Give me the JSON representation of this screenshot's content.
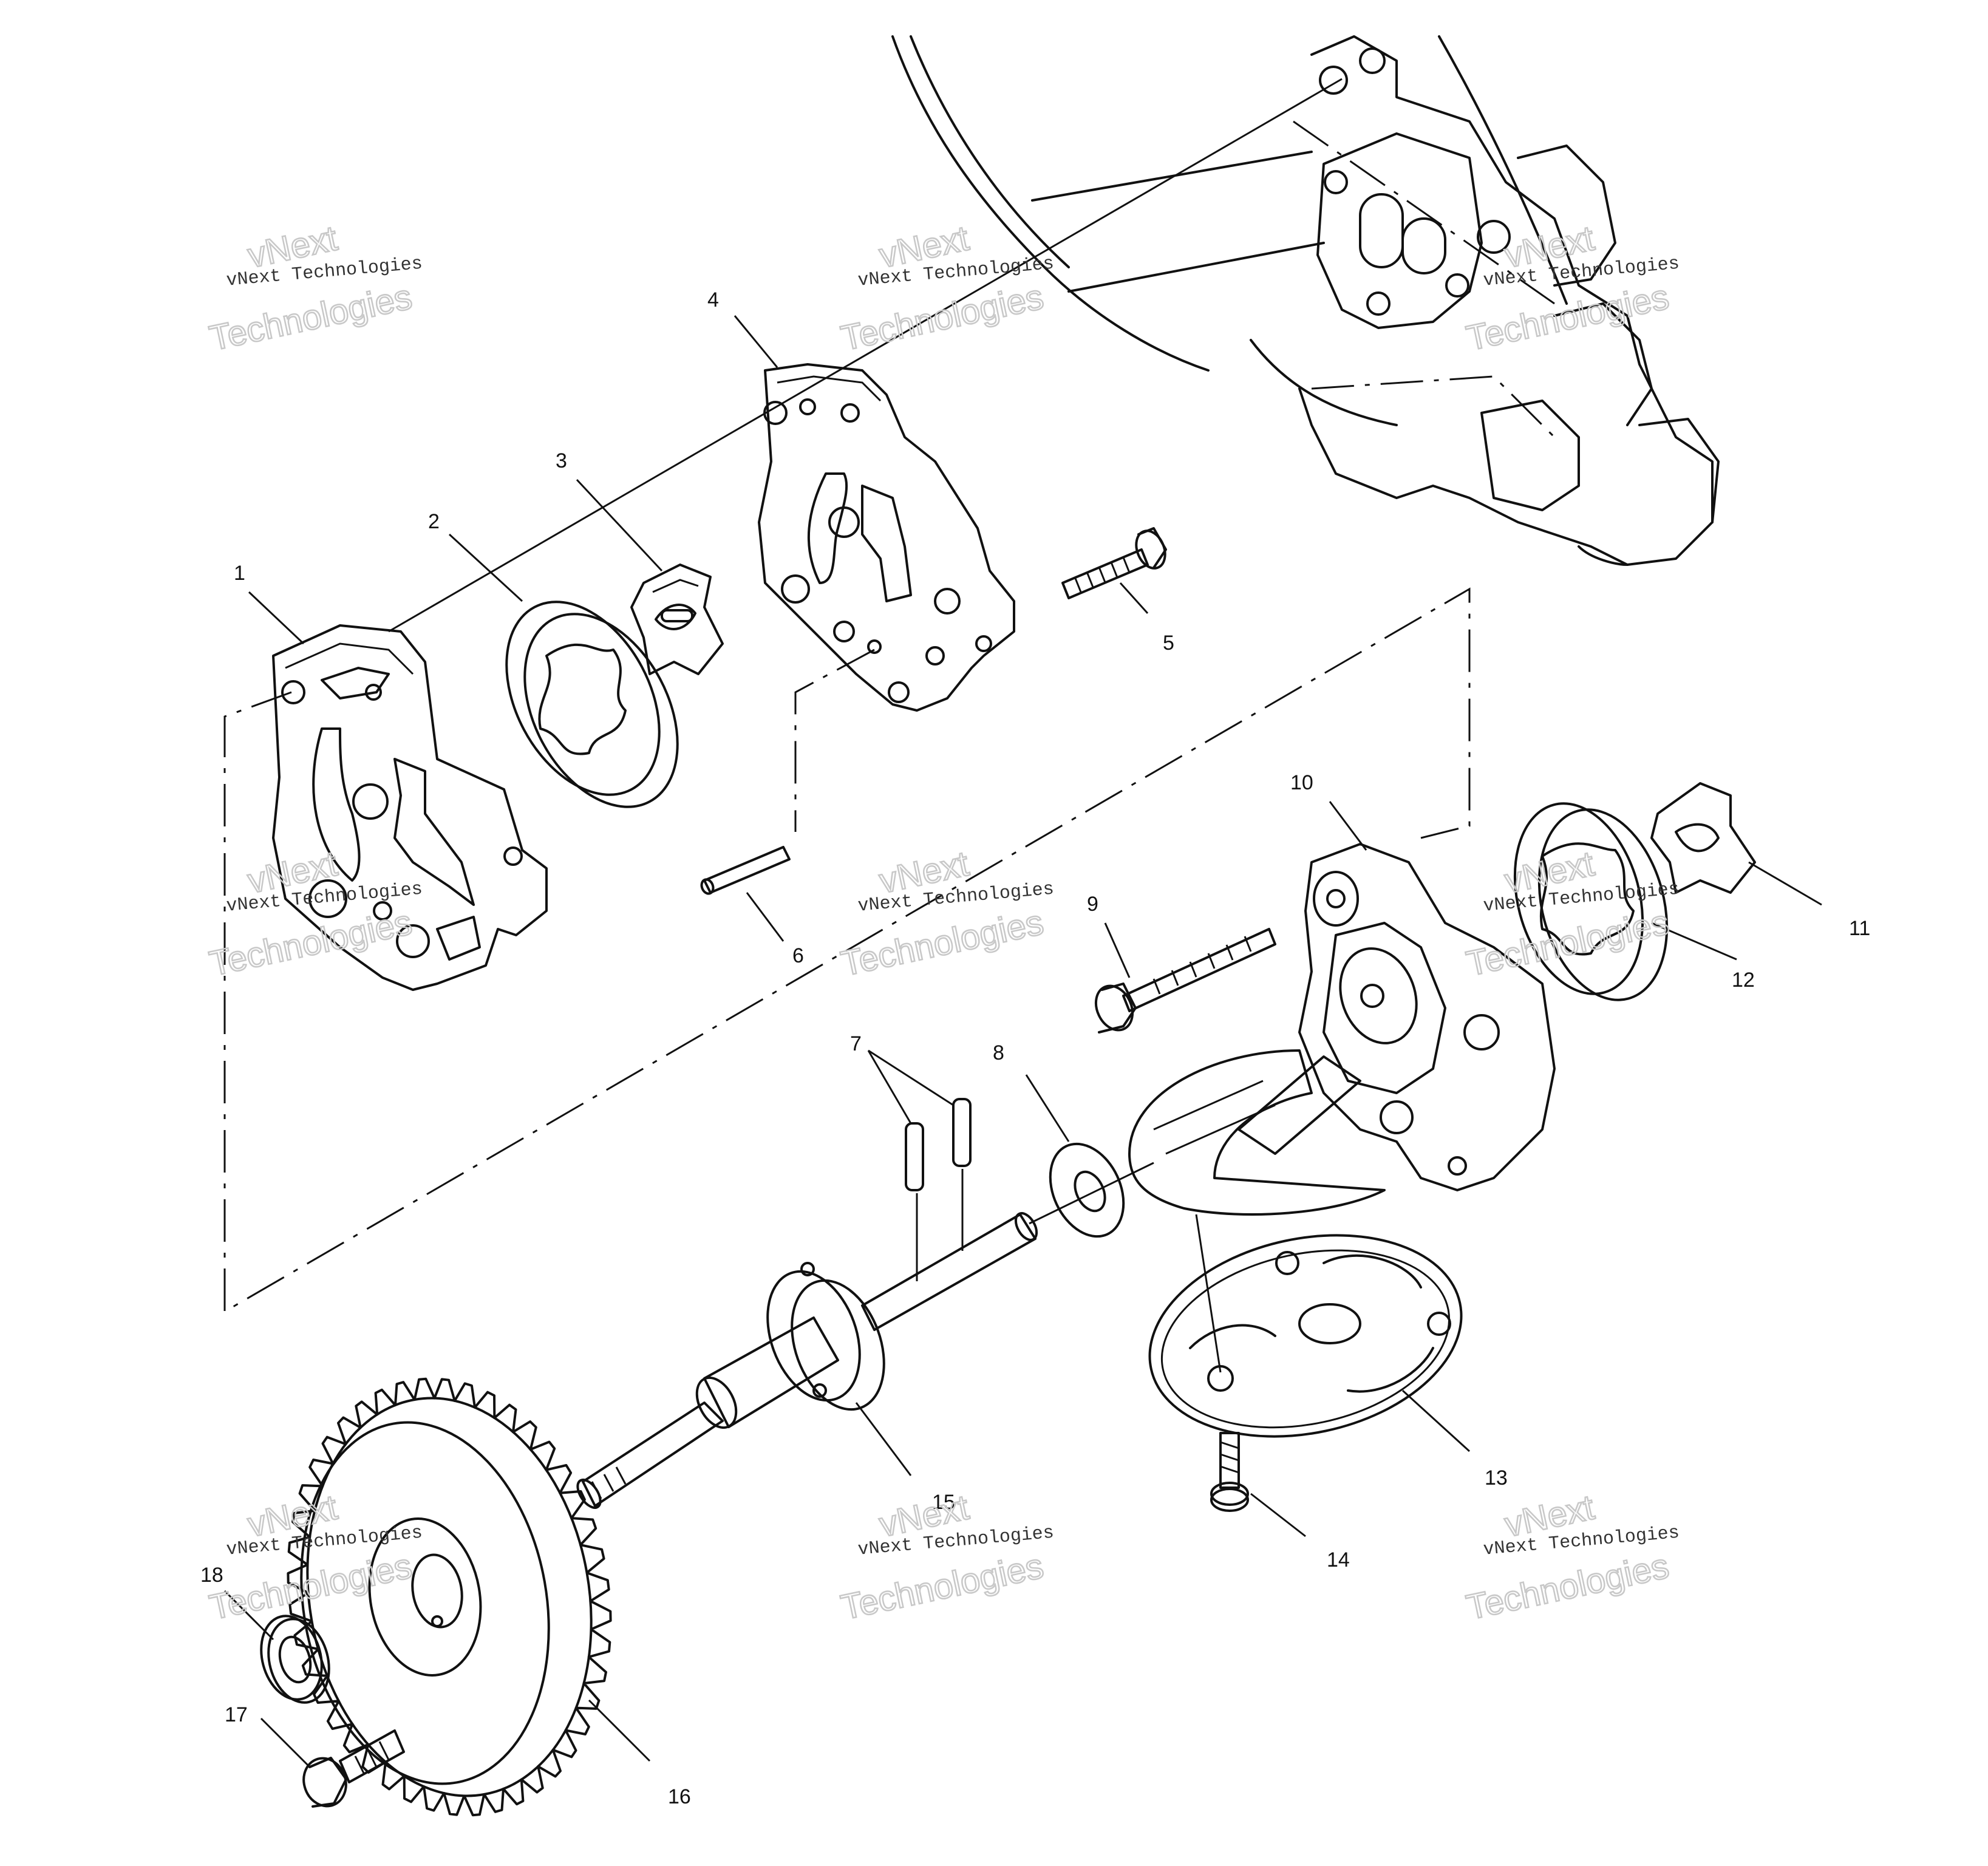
{
  "callouts": {
    "c1": "1",
    "c2": "2",
    "c3": "3",
    "c4": "4",
    "c5": "5",
    "c6": "6",
    "c7": "7",
    "c8": "8",
    "c9": "9",
    "c10": "10",
    "c11": "11",
    "c12": "12",
    "c13": "13",
    "c14": "14",
    "c15": "15",
    "c16": "16",
    "c17": "17",
    "c18": "18"
  },
  "watermark": {
    "line1": "vNext Technologies",
    "line2a": "vNext",
    "line2b": "Technologies"
  }
}
